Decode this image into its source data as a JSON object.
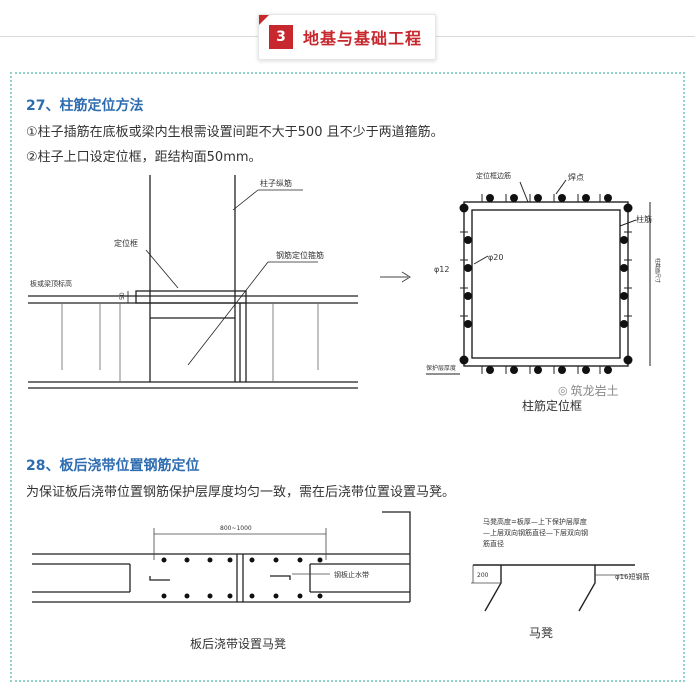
{
  "chapter": {
    "number": "3",
    "title": "地基与基础工程"
  },
  "section27": {
    "title": "27、柱筋定位方法",
    "lines": [
      "①柱子插筋在底板或梁内生根需设置间距不大于500 且不少于两道箍筋。",
      "②柱子上口设定位框，距结构面50mm。"
    ],
    "left_figure": {
      "label_column_rebar": "柱子纵筋",
      "label_frame": "定位框",
      "label_steel_bar": "钢筋定位箍筋",
      "label_slab_top": "板或梁顶标高",
      "label_dim": "50"
    },
    "right_figure": {
      "label_frame_side": "定位框边筋",
      "label_weld": "焊点",
      "label_rebar": "柱筋",
      "label_phi20": "φ20",
      "label_phi12": "φ12",
      "label_cover": "保护层厚度",
      "label_side_dim": "柱截面尺寸",
      "caption": "柱筋定位框"
    },
    "watermark": "筑龙岩土"
  },
  "section28": {
    "title": "28、板后浇带位置钢筋定位",
    "line": "为保证板后浇带位置钢筋保护层厚度均匀一致，需在后浇带位置设置马凳。",
    "left_figure": {
      "dim_label": "800~1000",
      "label_waterstop": "钢板止水带",
      "caption": "板后浇带设置马凳"
    },
    "right_figure": {
      "note_line1": "马凳高度=板厚—上下保护层厚度",
      "note_line2": "—上层双向钢筋直径—下层双向钢",
      "note_line3": "筋直径",
      "dim_label": "200",
      "label_bar": "φ16短钢筋",
      "caption": "马凳"
    }
  },
  "colors": {
    "accent_red": "#c7282e",
    "title_blue": "#2d6cb0",
    "frame_teal": "#8fd3cc"
  }
}
